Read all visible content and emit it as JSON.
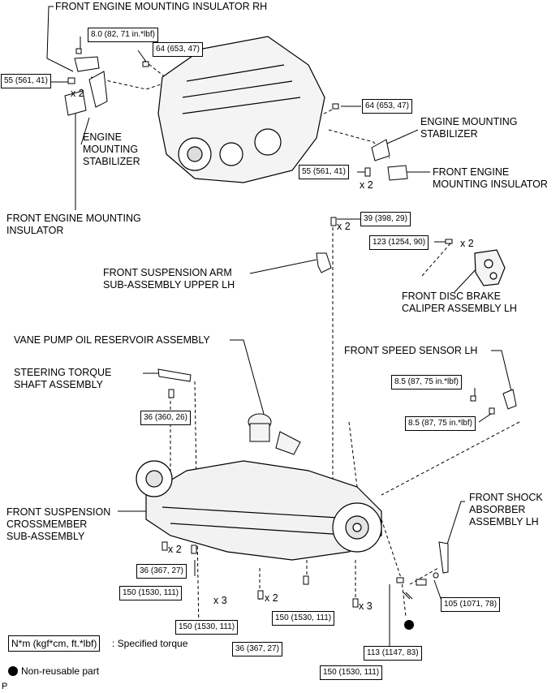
{
  "labels": {
    "front_insulator_rh": "FRONT ENGINE MOUNTING INSULATOR RH",
    "engine_stabilizer_left": "ENGINE\nMOUNTING\nSTABILIZER",
    "front_insulator_left": "FRONT ENGINE MOUNTING\nINSULATOR",
    "engine_stabilizer_right": "ENGINE MOUNTING\nSTABILIZER",
    "front_insulator_right": "FRONT ENGINE\nMOUNTING INSULATOR",
    "upper_arm": "FRONT SUSPENSION ARM\nSUB-ASSEMBLY UPPER LH",
    "brake_caliper": "FRONT DISC BRAKE\nCALIPER ASSEMBLY LH",
    "vane_pump": "VANE PUMP OIL RESERVOIR ASSEMBLY",
    "speed_sensor": "FRONT SPEED SENSOR LH",
    "steering_shaft": "STEERING TORQUE\nSHAFT ASSEMBLY",
    "crossmember": "FRONT SUSPENSION\nCROSSMEMBER\nSUB-ASSEMBLY",
    "shock_absorber": "FRONT SHOCK\nABSORBER\nASSEMBLY LH"
  },
  "torques": {
    "t_8_0": "8.0 (82, 71 in.*lbf)",
    "t_64_a": "64 (653, 47)",
    "t_55_a": "55 (561, 41)",
    "t_64_b": "64 (653, 47)",
    "t_55_b": "55 (561, 41)",
    "t_39": "39 (398, 29)",
    "t_123": "123 (1254, 90)",
    "t_36_a": "36 (360, 26)",
    "t_8_5_a": "8.5 (87, 75 in.*lbf)",
    "t_8_5_b": "8.5 (87, 75 in.*lbf)",
    "t_36_b": "36 (367, 27)",
    "t_150_a": "150 (1530, 111)",
    "t_150_b": "150 (1530, 111)",
    "t_150_c": "150 (1530, 111)",
    "t_105": "105 (1071, 78)",
    "t_36_c": "36 (367, 27)",
    "t_113": "113 (1147, 83)",
    "t_150_d": "150 (1530, 111)"
  },
  "multipliers": {
    "x2_a": "x 2",
    "x2_b": "x 2",
    "x2_c": "x 2",
    "x2_d": "x 2",
    "x2_e": "x 2",
    "x2_f": "x 2",
    "x3_a": "x 3",
    "x3_b": "x 3"
  },
  "legend": {
    "torque_unit": "N*m (kgf*cm, ft.*lbf)",
    "torque_desc": ": Specified torque",
    "nonreusable": "Non-reusable part"
  },
  "corner_mark": "P"
}
